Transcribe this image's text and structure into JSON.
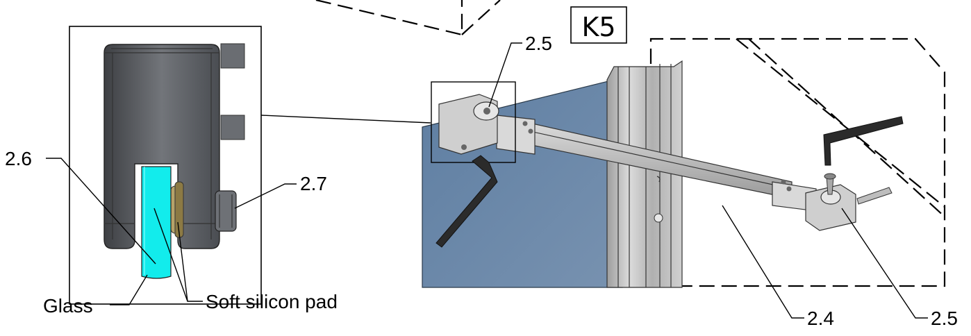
{
  "diagram": {
    "view_label": "K5",
    "callouts": {
      "detail_top": "2.6",
      "detail_right": "2.7",
      "glass": "Glass",
      "pad": "Soft silicon pad",
      "top_bracket": "2.5",
      "arm": "2.4",
      "wall_bracket": "2.5"
    }
  },
  "colors": {
    "glass_detail": "#12ecec",
    "glass_panel": "#6b87a8",
    "metal_dark": "#5d6065",
    "metal_light": "#c8c8c8",
    "profile": "#b9b9b9"
  }
}
